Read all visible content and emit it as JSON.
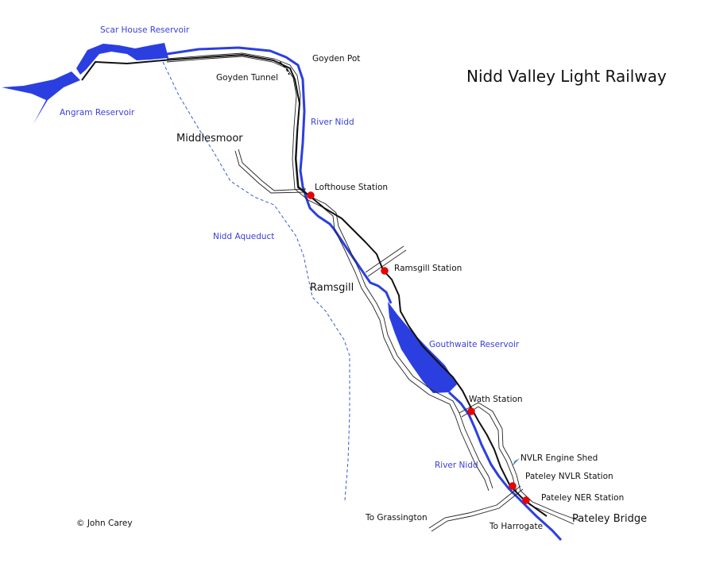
{
  "map": {
    "title": "Nidd Valley Light Railway",
    "copyright": "© John Carey",
    "colors": {
      "water": "#2b3fe0",
      "railway": "#111111",
      "road_outline": "#222222",
      "station": "#ee0000",
      "aqueduct": "#3b5bd6",
      "engine_shed_marker": "#4a7fc0",
      "label_water": "#3b3fd6",
      "label_text": "#111111",
      "background": "#ffffff"
    },
    "water_labels": {
      "scar_house": "Scar House Reservoir",
      "angram": "Angram Reservoir",
      "river_nidd_upper": "River Nidd",
      "nidd_aqueduct": "Nidd Aqueduct",
      "gouthwaite": "Gouthwaite Reservoir",
      "river_nidd_lower": "River Nidd"
    },
    "place_labels": {
      "goyden_pot": "Goyden Pot",
      "goyden_tunnel": "Goyden Tunnel",
      "middlesmoor": "Middlesmoor",
      "ramsgill": "Ramsgill",
      "pateley_bridge": "Pateley Bridge",
      "to_grassington": "To Grassington",
      "to_harrogate": "To Harrogate"
    },
    "stations": [
      {
        "name": "Lofthouse Station"
      },
      {
        "name": "Ramsgill Station"
      },
      {
        "name": "Wath Station"
      },
      {
        "name": "Pateley NVLR Station"
      },
      {
        "name": "Pateley NER Station"
      }
    ],
    "features": {
      "engine_shed": "NVLR Engine Shed"
    },
    "legend_icons": {
      "station": "red-dot-icon",
      "engine_shed": "arrow-marker-icon"
    }
  }
}
